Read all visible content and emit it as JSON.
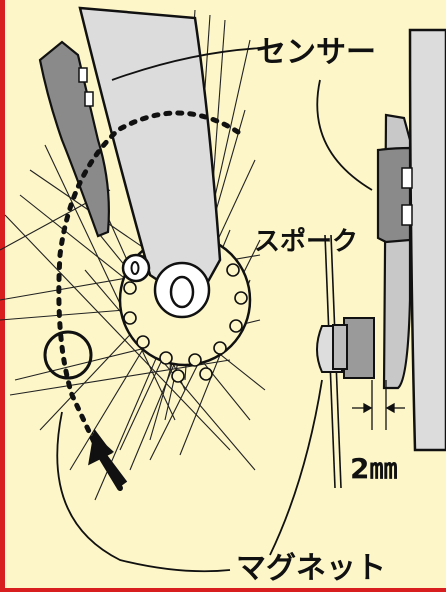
{
  "labels": {
    "sensor": "センサー",
    "spoke": "スポーク",
    "magnet": "マグネット",
    "gap": "2㎜"
  },
  "colors": {
    "background": "#fdf6c8",
    "border": "#d81e1e",
    "line": "#111111",
    "sensor_body": "#8a8a8a",
    "fork": "#dcdcdc",
    "mount": "#c8c8c8"
  }
}
